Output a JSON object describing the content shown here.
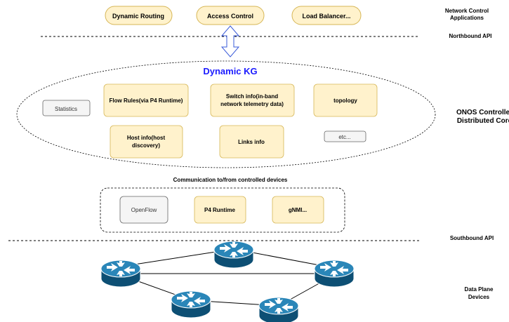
{
  "apps": [
    {
      "name": "app-dynamic-routing",
      "label": "Dynamic Routing"
    },
    {
      "name": "app-access-control",
      "label": "Access Control"
    },
    {
      "name": "app-load-balancer",
      "label": "Load Balancer..."
    }
  ],
  "side_labels": {
    "network_control_line1": "Network Control",
    "network_control_line2": "Applications",
    "northbound_api": "Northbound API",
    "onos_line1": "ONOS Controller",
    "onos_line2": "Distributed Core",
    "southbound_api": "Southbound API",
    "data_plane_line1": "Data Plane",
    "data_plane_line2": "Devices"
  },
  "core": {
    "title": "Dynamic KG",
    "statistics": "Statistics",
    "flow_rules": "Flow Rules(via P4 Runtime)",
    "switch_info_line1": "Switch info(in-band",
    "switch_info_line2": "network telemetry data)",
    "topology": "topology",
    "host_info_line1": "Host info(host",
    "host_info_line2": "discovery)",
    "links_info": "Links info",
    "etc": "etc..."
  },
  "southbound": {
    "title": "Communication to/from controlled devices",
    "openflow": "OpenFlow",
    "p4_runtime": "P4 Runtime",
    "gnmi": "gNMI..."
  },
  "colors": {
    "app_fill": "#fff2cc",
    "app_stroke": "#d6b656",
    "grey_fill": "#f5f5f5",
    "grey_stroke": "#666666",
    "title_blue": "#1a1aff",
    "router_blue": "#1a6f9e",
    "router_dark": "#0d4f74"
  },
  "router_icon": "router-icon"
}
